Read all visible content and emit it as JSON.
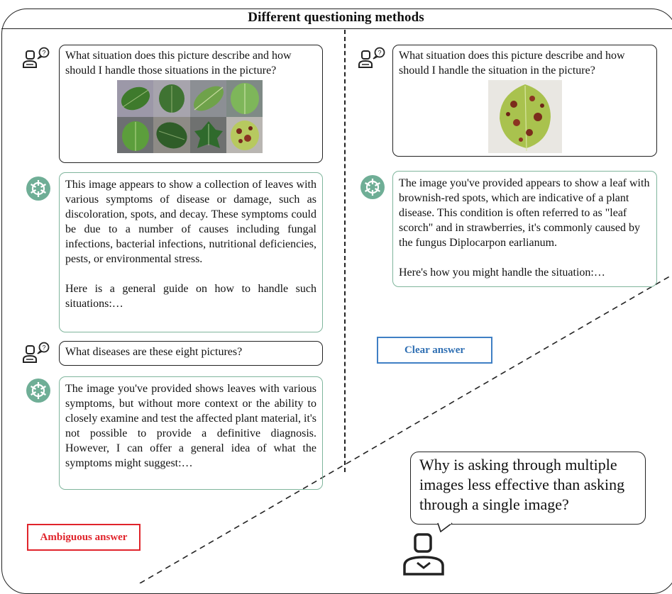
{
  "title": "Different questioning methods",
  "left": {
    "question_1": "What situation does this picture describe and how should I handle those situations in the picture?",
    "answer_1_para_1": "This image appears to show a collection of leaves with various symptoms of disease or damage, such as discoloration, spots, and decay. These symptoms could be due to a number of causes including fungal infections, bacterial infections, nutritional deficiencies, pests, or environmental stress.",
    "answer_1_para_2": "Here is a general guide on how to handle such situations:…",
    "question_2": "What diseases are these eight pictures?",
    "answer_2": "The image you've provided shows leaves with various symptoms, but without more context or the ability to closely examine and test the affected plant material, it's not possible to provide a definitive diagnosis. However, I can offer a general idea of what the symptoms might suggest:…",
    "label": "Ambiguous answer"
  },
  "right": {
    "question": "What situation does this picture describe and how should I handle the situation in the picture?",
    "answer_para_1": "The image you've provided appears to show a leaf with brownish-red spots, which are indicative of a plant disease. This condition is often referred to as \"leaf scorch\" and in strawberries, it's commonly caused by the fungus Diplocarpon earlianum.",
    "answer_para_2": "Here's how you might handle the situation:…",
    "label": "Clear answer"
  },
  "bubble": "Why is asking through multiple images less effective than asking through a single image?",
  "icons": {
    "user_question": "user-question-icon",
    "assistant": "openai-logo-icon",
    "person": "person-icon"
  },
  "colors": {
    "answer_border": "#7fb59c",
    "assistant_icon": "#6fae96",
    "ambiguous": "#e0242b",
    "clear": "#2f6fb3"
  }
}
